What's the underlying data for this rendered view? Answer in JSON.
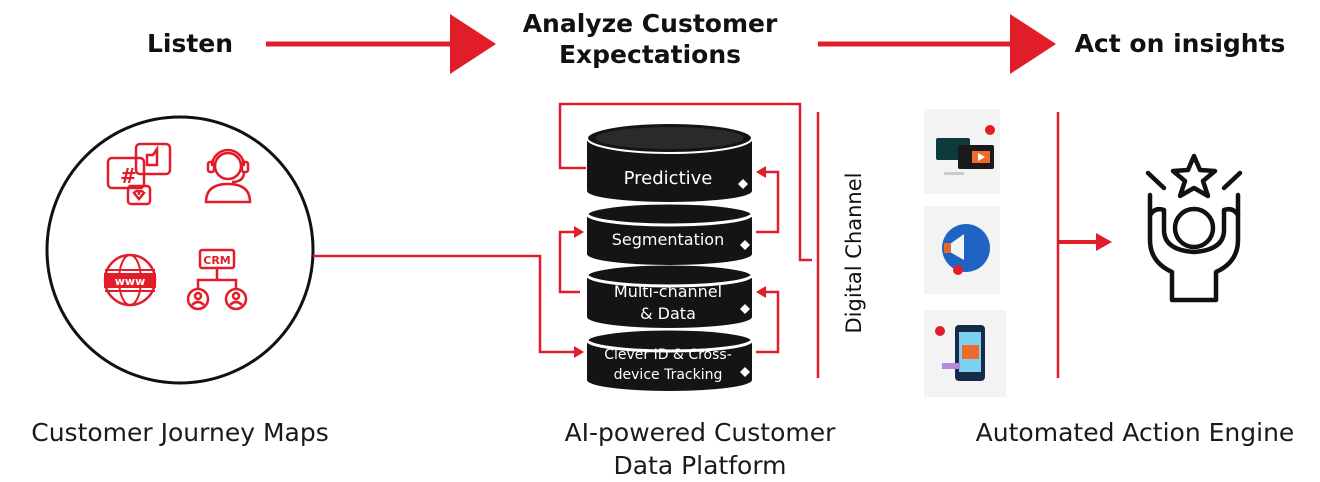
{
  "steps": {
    "listen": "Listen",
    "analyze_line1": "Analyze Customer",
    "analyze_line2": "Expectations",
    "act": "Act on insights"
  },
  "captions": {
    "journey": "Customer Journey Maps",
    "platform_line1": "AI-powered Customer",
    "platform_line2": "Data Platform",
    "engine": "Automated Action Engine"
  },
  "layers": {
    "predictive": "Predictive",
    "segmentation": "Segmentation",
    "multichannel_line1": "Multi-channel",
    "multichannel_line2": "& Data",
    "cleverid_line1": "Clever ID & Cross-",
    "cleverid_line2": "device Tracking"
  },
  "channel_label": "Digital Channel",
  "icons": {
    "hashtag": "#",
    "www": "www",
    "crm": "CRM"
  },
  "colors": {
    "accent": "#e11d2a",
    "dark": "#141414"
  }
}
